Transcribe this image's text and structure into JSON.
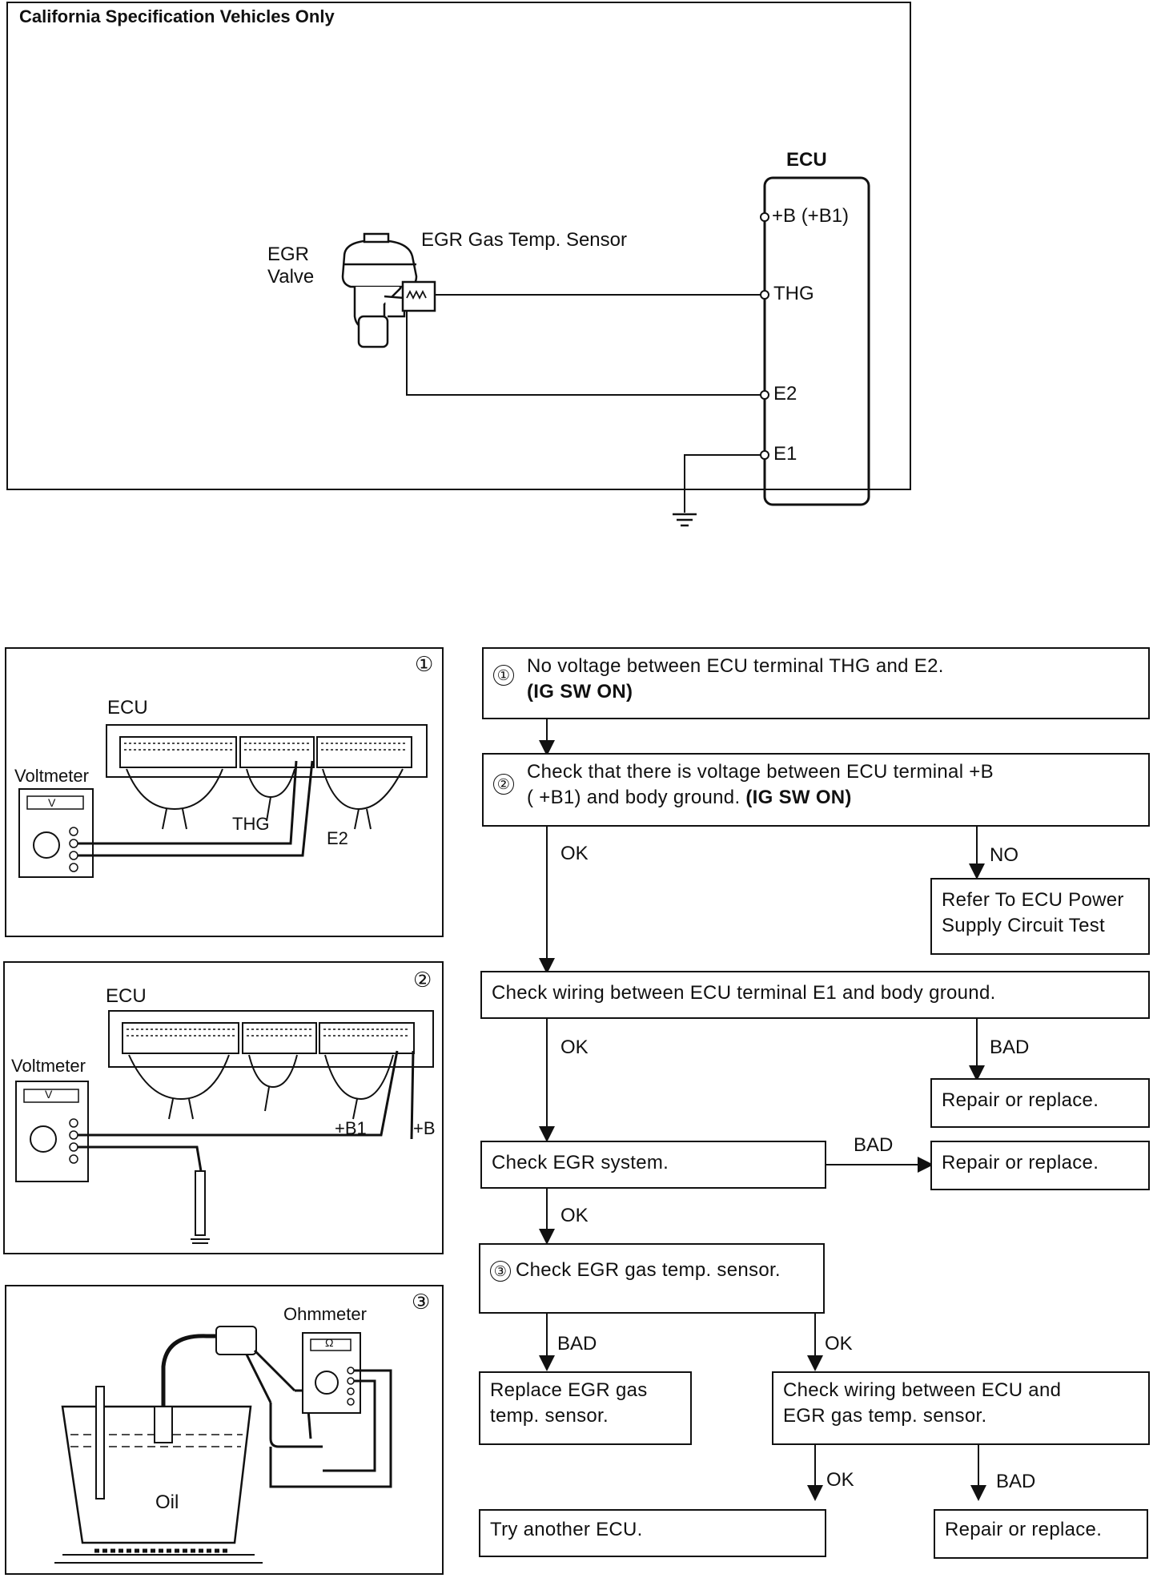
{
  "top_panel": {
    "title": "California Specification Vehicles Only",
    "ecu_label": "ECU",
    "egr_valve_label_1": "EGR",
    "egr_valve_label_2": "Valve",
    "sensor_label": "EGR Gas Temp. Sensor",
    "terminals": [
      "+B (+B1)",
      "THG",
      "E2",
      "E1"
    ]
  },
  "illustrations": [
    {
      "number": "①",
      "ecu": "ECU",
      "meter": "Voltmeter",
      "meter_face": "V",
      "probe_labels": [
        "THG",
        "E2"
      ]
    },
    {
      "number": "②",
      "ecu": "ECU",
      "meter": "Voltmeter",
      "meter_face": "V",
      "probe_labels": [
        "+B1",
        "+B"
      ]
    },
    {
      "number": "③",
      "meter": "Ohmmeter",
      "meter_face": "Ω",
      "bath_label": "Oil"
    }
  ],
  "flow": {
    "step1": {
      "number": "①",
      "line1": "No voltage between ECU terminal THG and E2.",
      "line2": "(IG SW ON)"
    },
    "step2": {
      "number": "②",
      "line1": "Check that there is voltage between ECU terminal  +B",
      "line2": "( +B1) and body ground. ",
      "line2_bold": "(IG SW ON)"
    },
    "step2_ok": "OK",
    "step2_no": "NO",
    "ecu_power": {
      "line1": "Refer To ECU Power",
      "line2": "Supply Circuit Test"
    },
    "check_e1": "Check wiring between ECU terminal E1 and body ground.",
    "check_e1_ok": "OK",
    "check_e1_bad": "BAD",
    "repair1": "Repair or replace.",
    "check_egr": "Check EGR system.",
    "check_egr_bad": "BAD",
    "repair2": "Repair or replace.",
    "check_egr_ok": "OK",
    "step3": {
      "number": "③",
      "text": "Check EGR gas temp. sensor."
    },
    "step3_bad": "BAD",
    "step3_ok": "OK",
    "replace_sensor": {
      "line1": "Replace EGR gas",
      "line2": "temp. sensor."
    },
    "check_wiring": {
      "line1": "Check wiring between ECU and",
      "line2": "EGR gas temp. sensor."
    },
    "check_wiring_ok": "OK",
    "check_wiring_bad": "BAD",
    "try_ecu": "Try another ECU.",
    "repair3": "Repair or replace."
  }
}
